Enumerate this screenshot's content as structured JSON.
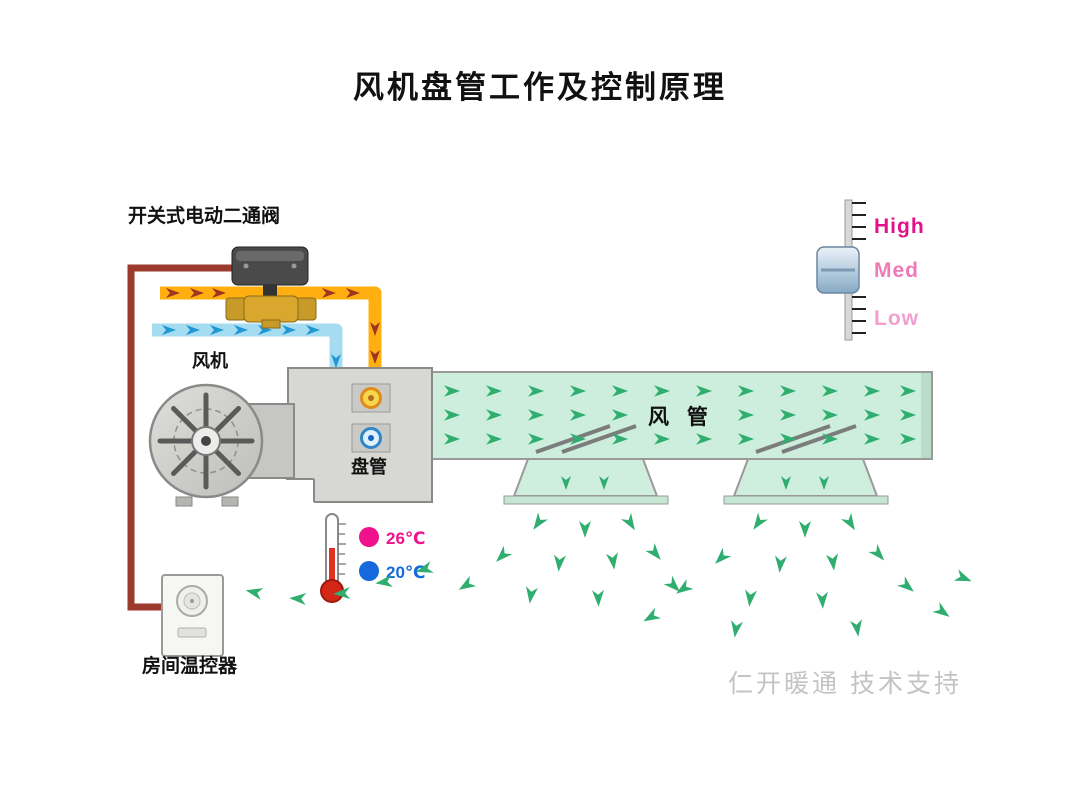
{
  "title": "风机盘管工作及控制原理",
  "labels": {
    "valve": "开关式电动二通阀",
    "fan": "风机",
    "coil": "盘管",
    "duct": "风 管",
    "thermostat": "房间温控器"
  },
  "fan_speed_switch": {
    "options": [
      {
        "label": "High",
        "color": "#e4128a"
      },
      {
        "label": "Med",
        "color": "#ee7ab8"
      },
      {
        "label": "Low",
        "color": "#f29fce"
      }
    ],
    "selected": "Med"
  },
  "temperatures": [
    {
      "value": "26℃",
      "color": "#f0128c"
    },
    {
      "value": "20℃",
      "color": "#1569dc"
    }
  ],
  "watermark": "仁开暖通  技术支持",
  "colors": {
    "hot_water_pipe": "#ffb010",
    "chilled_water_pipe": "#a6dcf2",
    "control_wire": "#9c3a2e",
    "duct_fill": "#cdeedd",
    "air_arrow": "#2fae6f",
    "equipment_gray": "#d7d7d4"
  }
}
